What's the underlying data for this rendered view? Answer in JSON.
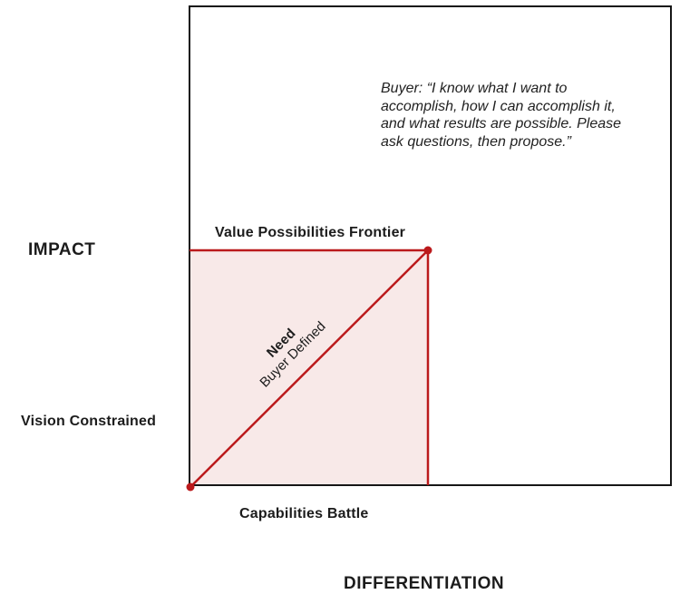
{
  "colors": {
    "red": "#bb1a1c",
    "pink": "#f8e9e8",
    "ink": "#1c1c1c"
  },
  "axes": {
    "y_label": "IMPACT",
    "x_label": "DIFFERENTIATION"
  },
  "labels": {
    "value_possibilities_frontier": "Value Possibilities Frontier",
    "vision_constrained": "Vision Constrained",
    "capabilities_battle": "Capabilities Battle",
    "need": "Need",
    "buyer_defined": "Buyer Defined"
  },
  "quote": {
    "lines": [
      "Buyer: “I know what I want to",
      "accomplish, how I can accomplish it,",
      "and what results are possible. Please",
      "ask questions, then propose.”"
    ]
  }
}
